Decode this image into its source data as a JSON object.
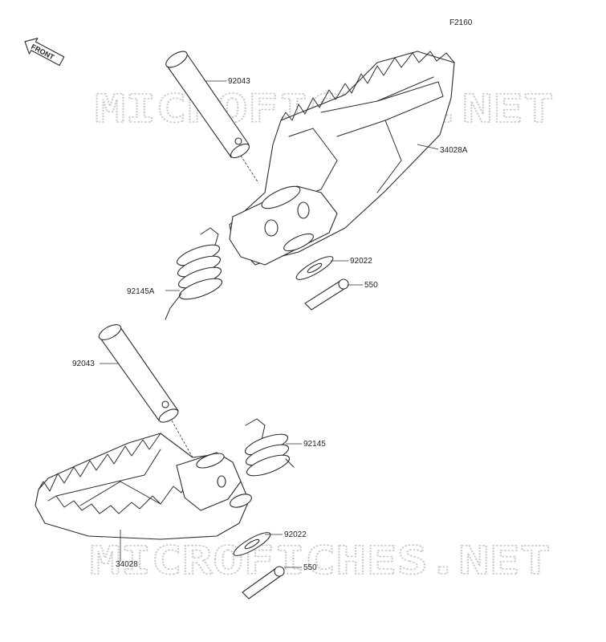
{
  "figure_code": "F2160",
  "front_indicator": "FRONT",
  "watermark": "MICROFICHES.NET",
  "labels": {
    "pin_upper": "92043",
    "footpeg_upper": "34028A",
    "washer_upper": "92022",
    "cotter_upper": "550",
    "spring_upper": "92145A",
    "pin_lower": "92043",
    "spring_lower": "92145",
    "washer_lower": "92022",
    "cotter_lower": "550",
    "footpeg_lower": "34028"
  }
}
